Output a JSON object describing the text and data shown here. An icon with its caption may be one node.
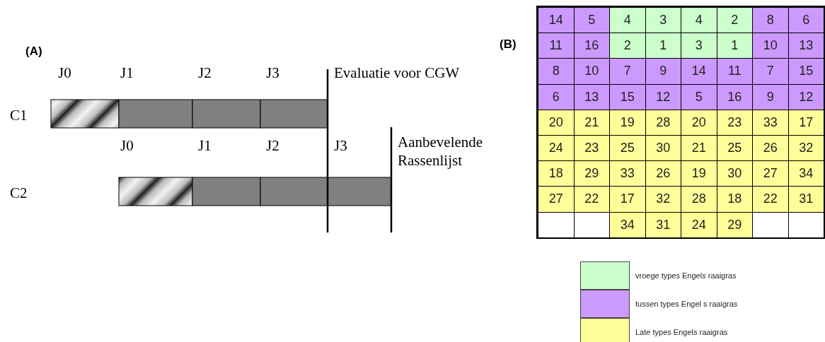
{
  "diagram": {
    "labels": [
      "(A)",
      "J0",
      "J1",
      "J2",
      "J3",
      "Evaluatie voor CGW",
      "C1",
      "J0",
      "J1",
      "J2",
      "J3",
      "Aanbevelende Rassenlijst",
      "C2",
      "(B)",
      "14",
      "5",
      "4",
      "3",
      "4",
      "2",
      "8",
      "6",
      "11",
      "16",
      "2",
      "1",
      "3",
      "1",
      "10",
      "13",
      "8",
      "10",
      "7",
      "9",
      "14",
      "11",
      "7",
      "15",
      "6",
      "13",
      "15",
      "12",
      "5",
      "16",
      "9",
      "12",
      "20",
      "21",
      "19",
      "28",
      "20",
      "23",
      "33",
      "17",
      "24",
      "23",
      "25",
      "30",
      "21",
      "25",
      "26",
      "32",
      "18",
      "29",
      "33",
      "26",
      "19",
      "30",
      "27",
      "34",
      "27",
      "22",
      "17",
      "32",
      "28",
      "18",
      "22",
      "31",
      "34",
      "31",
      "24",
      "29"
    ],
    "legend": [
      {
        "text": "vroege types Engels raaigras",
        "color": "#ccffcc"
      },
      {
        "text": "tussen types Engel s raaigras",
        "color": "#cc99ff"
      },
      {
        "text": "Late types Engels raaigras",
        "color": "#ffff99"
      }
    ]
  }
}
